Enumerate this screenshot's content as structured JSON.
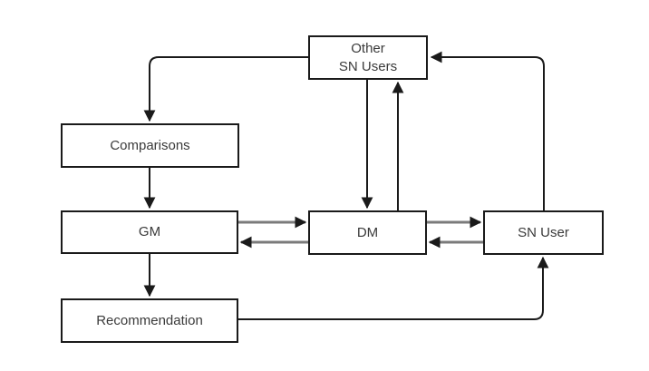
{
  "diagram": {
    "title": "GM-DM social network recommendation flow diagram",
    "colors": {
      "background": "#ffffff",
      "box_fill": "#ffffff",
      "box_border": "#1a1a1a",
      "text": "#3a3a3a",
      "connector": "#1a1a1a",
      "exchange_connector": "#7b7b7b",
      "arrowhead": "#1a1a1a"
    },
    "nodes": {
      "other_sn_users": {
        "label": "Other\nSN Users"
      },
      "comparisons": {
        "label": "Comparisons"
      },
      "gm": {
        "label": "GM"
      },
      "dm": {
        "label": "DM"
      },
      "sn_user": {
        "label": "SN User"
      },
      "recommendation": {
        "label": "Recommendation"
      }
    },
    "edges": [
      {
        "from": "other_sn_users",
        "to": "comparisons",
        "style": "black"
      },
      {
        "from": "comparisons",
        "to": "gm",
        "style": "black"
      },
      {
        "from": "gm",
        "to": "recommendation",
        "style": "black"
      },
      {
        "from": "gm",
        "to": "dm",
        "style": "gray"
      },
      {
        "from": "dm",
        "to": "gm",
        "style": "gray"
      },
      {
        "from": "dm",
        "to": "sn_user",
        "style": "gray"
      },
      {
        "from": "sn_user",
        "to": "dm",
        "style": "gray"
      },
      {
        "from": "other_sn_users",
        "to": "dm",
        "style": "black"
      },
      {
        "from": "dm",
        "to": "other_sn_users",
        "style": "black"
      },
      {
        "from": "sn_user",
        "to": "other_sn_users",
        "style": "black"
      },
      {
        "from": "recommendation",
        "to": "sn_user",
        "style": "black"
      }
    ]
  }
}
